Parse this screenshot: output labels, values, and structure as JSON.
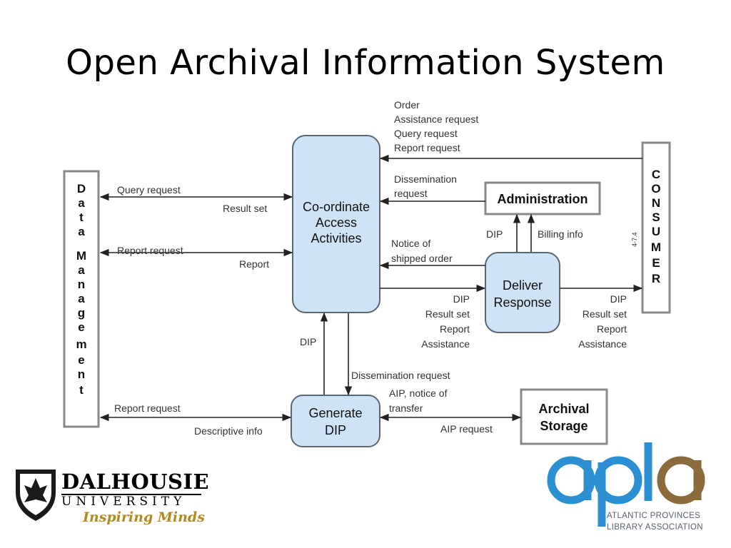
{
  "slide": {
    "title": "Open Archival Information System"
  },
  "nodes": {
    "coordinate": [
      "Co-ordinate",
      "Access",
      "Activities"
    ],
    "deliver": [
      "Deliver",
      "Response"
    ],
    "generate": [
      "Generate",
      "DIP"
    ],
    "administration": "Administration",
    "archival_storage": [
      "Archival",
      "Storage"
    ],
    "data_management": [
      "D",
      "a",
      "t",
      "a",
      "M",
      "a",
      "n",
      "a",
      "g",
      "e",
      "m",
      "e",
      "n",
      "t"
    ],
    "consumer": [
      "C",
      "O",
      "N",
      "S",
      "U",
      "M",
      "E",
      "R"
    ]
  },
  "labels": {
    "consumer_requests": [
      "Order",
      "Assistance request",
      "Query request",
      "Report request"
    ],
    "dissemination_request": [
      "Dissemination",
      "request"
    ],
    "query_request": "Query request",
    "result_set": "Result set",
    "report_request_1": "Report request",
    "report": "Report",
    "dip_admin": "DIP",
    "billing_info": "Billing info",
    "notice_shipped": [
      "Notice of",
      "shipped order"
    ],
    "deliver_in": [
      "DIP",
      "Result set",
      "Report",
      "Assistance"
    ],
    "deliver_out": [
      "DIP",
      "Result set",
      "Report",
      "Assistance"
    ],
    "dip_generate": "DIP",
    "dissemination_request_2": "Dissemination request",
    "aip_notice": [
      "AIP, notice of",
      "transfer"
    ],
    "aip_request": "AIP request",
    "report_request_2": "Report request",
    "descriptive_info": "Descriptive info",
    "figure_id": "4-7.4"
  },
  "logos": {
    "dalhousie": {
      "name": "DALHOUSIE",
      "sub": "UNIVERSITY",
      "tagline": "Inspiring Minds"
    },
    "apla": {
      "mark": "apla",
      "line1": "ATLANTIC PROVINCES",
      "line2": "LIBRARY ASSOCIATION"
    }
  },
  "colors": {
    "node_fill": "#cfe3f7",
    "apla_blue": "#2b8fd1",
    "apla_brown": "#8b6a3b",
    "dal_gold": "#b28a1e"
  }
}
